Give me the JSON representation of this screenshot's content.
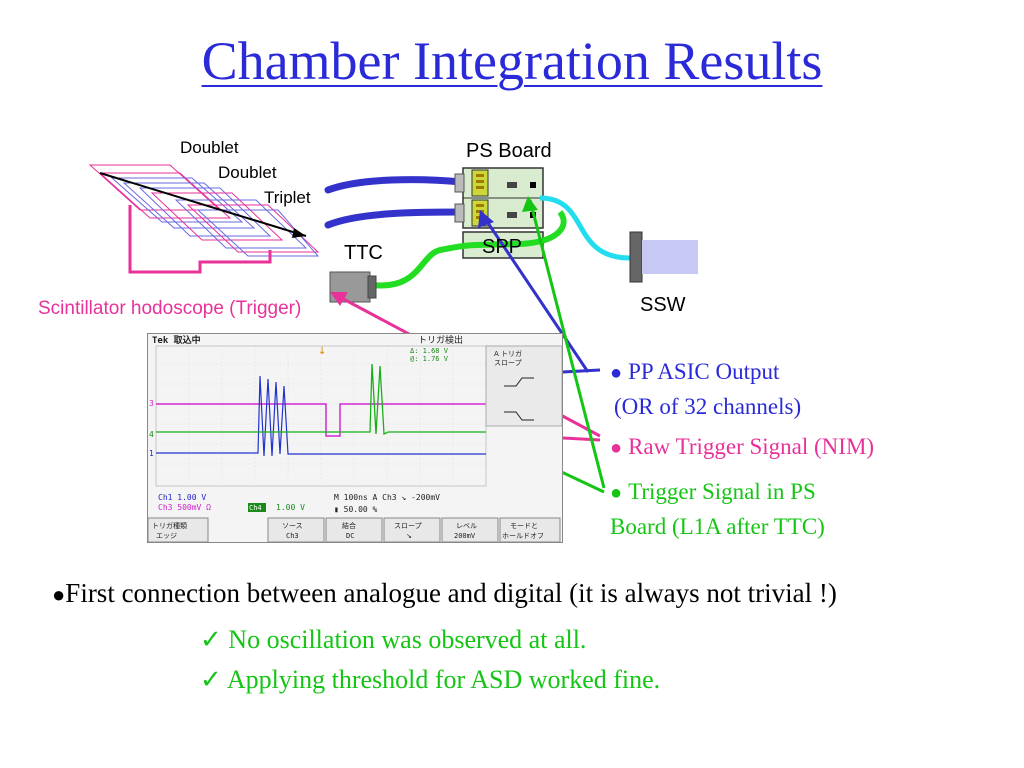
{
  "slide": {
    "title": "Chamber Integration Results"
  },
  "diagram": {
    "doublet1": "Doublet",
    "doublet2": "Doublet",
    "triplet": "Triplet",
    "ps_board": "PS Board",
    "spp": "SPP",
    "ttc": "TTC",
    "ssw": "SSW",
    "scintillator": "Scintillator hodoscope (Trigger)",
    "colors": {
      "blue_cable": "#3333cc",
      "green_cable": "#22dd22",
      "cyan_cable": "#22ddee",
      "pink": "#e8329a"
    }
  },
  "oscilloscope": {
    "header_left": "Tek 取込中",
    "header_right": "トリガ検出",
    "delta_a": "Δ: 1.68 V",
    "at_a": "@: 1.76 V",
    "trigger_menu": [
      "A トリガ",
      "スロープ"
    ],
    "ch1": "Ch1   1.00 V",
    "ch3": "Ch3  500mV Ω",
    "ch4_tag": "Ch4",
    "ch4": "1.00 V",
    "timebase": "M 100ns  A  Ch3  ↘ -200mV",
    "position": "▮ 50.00 %",
    "softkeys": [
      {
        "top": "トリガ種類",
        "bottom": "エッジ"
      },
      {
        "top": "ソース",
        "bottom": "Ch3"
      },
      {
        "top": "結合",
        "bottom": "DC"
      },
      {
        "top": "スロープ",
        "bottom": "↘"
      },
      {
        "top": "レベル",
        "bottom": "200mV"
      },
      {
        "top": "モードと",
        "bottom": "ホールドオフ"
      }
    ],
    "markers": [
      "3",
      "4",
      "1"
    ]
  },
  "annotations": {
    "pp_asic_1": "PP ASIC Output",
    "pp_asic_2": "(OR of 32 channels)",
    "raw_trigger": "Raw Trigger Signal (NIM)",
    "trigger_ps_1": "Trigger Signal in PS",
    "trigger_ps_2": "Board (L1A after TTC)"
  },
  "body": {
    "main": "First connection between analogue and digital (it is always not trivial !)",
    "checks": [
      "No oscillation was observed at all.",
      "Applying threshold for ASD worked fine."
    ],
    "check_mark": "✓"
  }
}
